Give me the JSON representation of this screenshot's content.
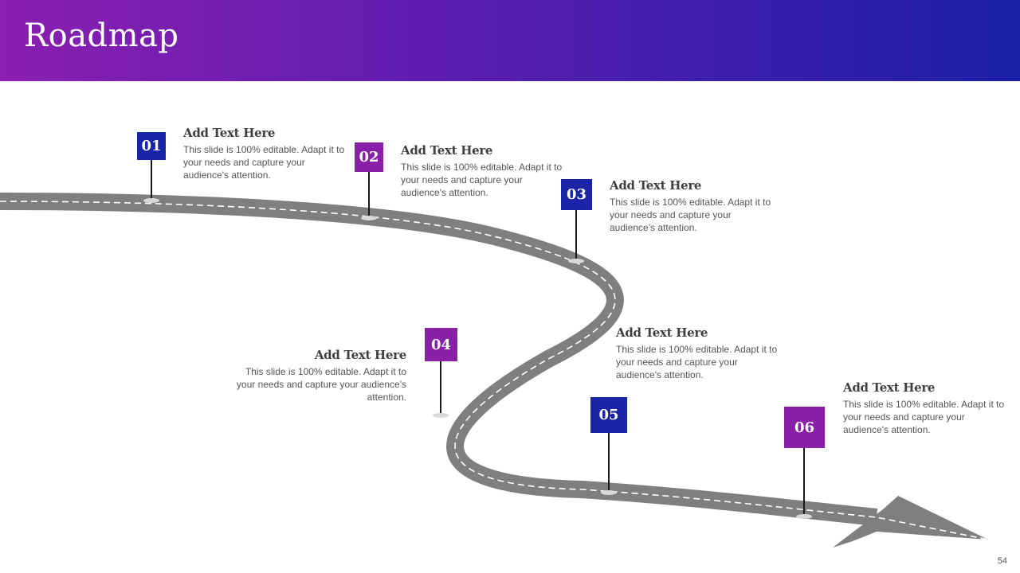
{
  "slide": {
    "title": "Roadmap",
    "page_number": "54"
  },
  "colors": {
    "blue": "#1a24a6",
    "purple": "#8a20a8",
    "road": "#7f7f7f"
  },
  "milestones": [
    {
      "number": "01",
      "heading": "Add Text Here",
      "body": "This slide is 100% editable. Adapt it to your needs and capture your audience's attention."
    },
    {
      "number": "02",
      "heading": "Add Text Here",
      "body": "This slide is 100% editable. Adapt it to your needs and capture your audience's attention."
    },
    {
      "number": "03",
      "heading": "Add Text Here",
      "body": "This slide is 100% editable. Adapt it to your needs and capture your audience's attention."
    },
    {
      "number": "04",
      "heading": "Add Text Here",
      "body": "This slide is 100% editable. Adapt it to your needs and capture your audience's attention."
    },
    {
      "number": "05",
      "heading": "Add Text Here",
      "body": "This slide is 100% editable. Adapt it to your needs and capture your audience's attention."
    },
    {
      "number": "06",
      "heading": "Add Text Here",
      "body": "This slide is 100% editable. Adapt it to your needs and capture your audience's attention."
    }
  ]
}
